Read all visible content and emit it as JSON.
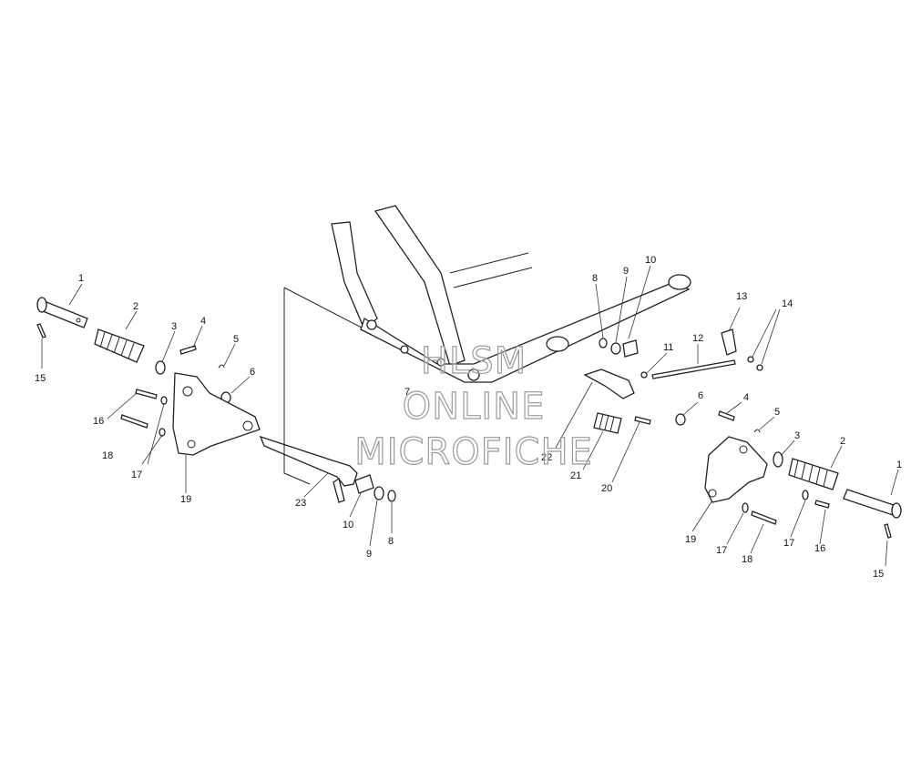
{
  "watermark": {
    "line1": "HLSM",
    "line2": "ONLINE",
    "line3": "MICROFICHE"
  },
  "callouts": {
    "left": [
      "1",
      "2",
      "3",
      "4",
      "5",
      "6",
      "15",
      "16",
      "17",
      "18",
      "19",
      "23",
      "10",
      "9",
      "8"
    ],
    "center": [
      "7",
      "8",
      "9",
      "10",
      "11",
      "12",
      "13",
      "14",
      "6",
      "4",
      "5",
      "3",
      "22",
      "21",
      "20"
    ],
    "right": [
      "2",
      "1",
      "15",
      "19",
      "17",
      "18",
      "17",
      "16"
    ]
  }
}
